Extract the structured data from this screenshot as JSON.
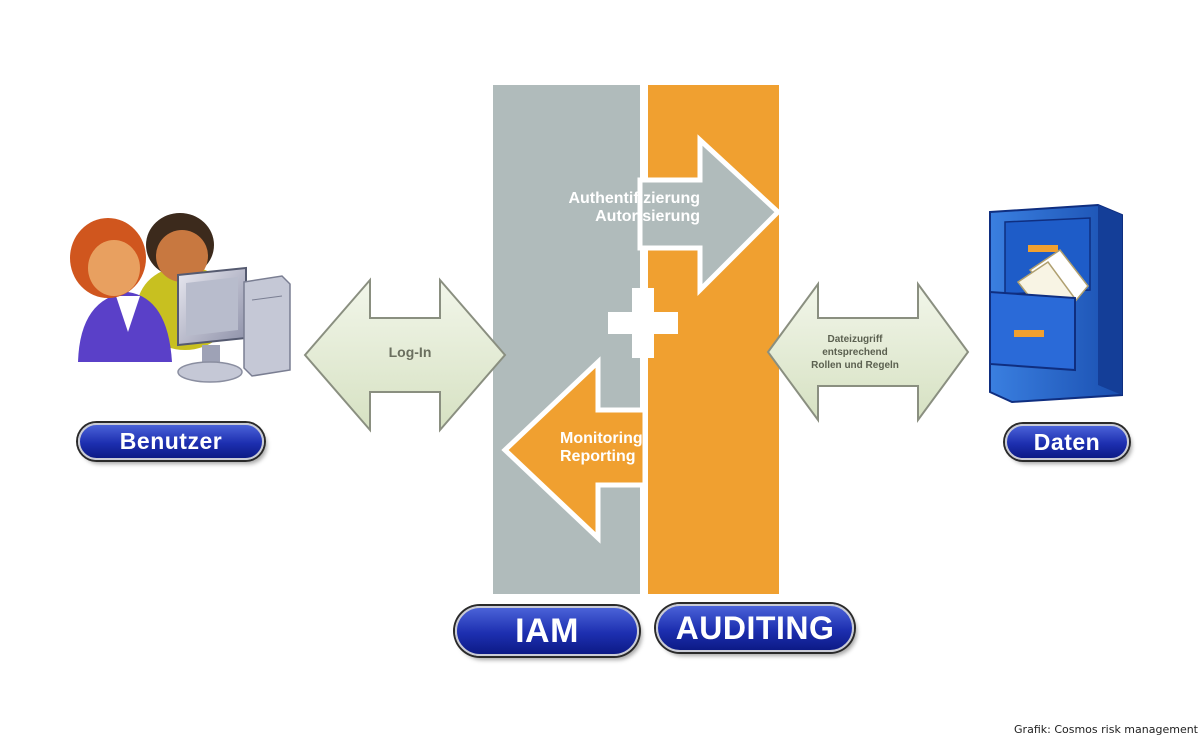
{
  "labels": {
    "benutzer": "Benutzer",
    "daten": "Daten",
    "iam": "IAM",
    "auditing": "AUDITING",
    "auth_line1": "Authentifizierung",
    "auth_line2": "Autorisierung",
    "monitoring_line1": "Monitoring",
    "monitoring_line2": "Reporting",
    "login": "Log-In",
    "datei_line1": "Dateizugriff",
    "datei_line2": "entsprechend",
    "datei_line3": "Rollen und Regeln",
    "credit": "Grafik: Cosmos risk management"
  },
  "colors": {
    "gray": "#b0bbbb",
    "orange": "#f0a030",
    "arrow_green": "#e4ecd6",
    "pill_blue": "#1d2fb0"
  },
  "icons": {
    "users": "users-computer-icon",
    "files": "file-cabinet-icon"
  }
}
